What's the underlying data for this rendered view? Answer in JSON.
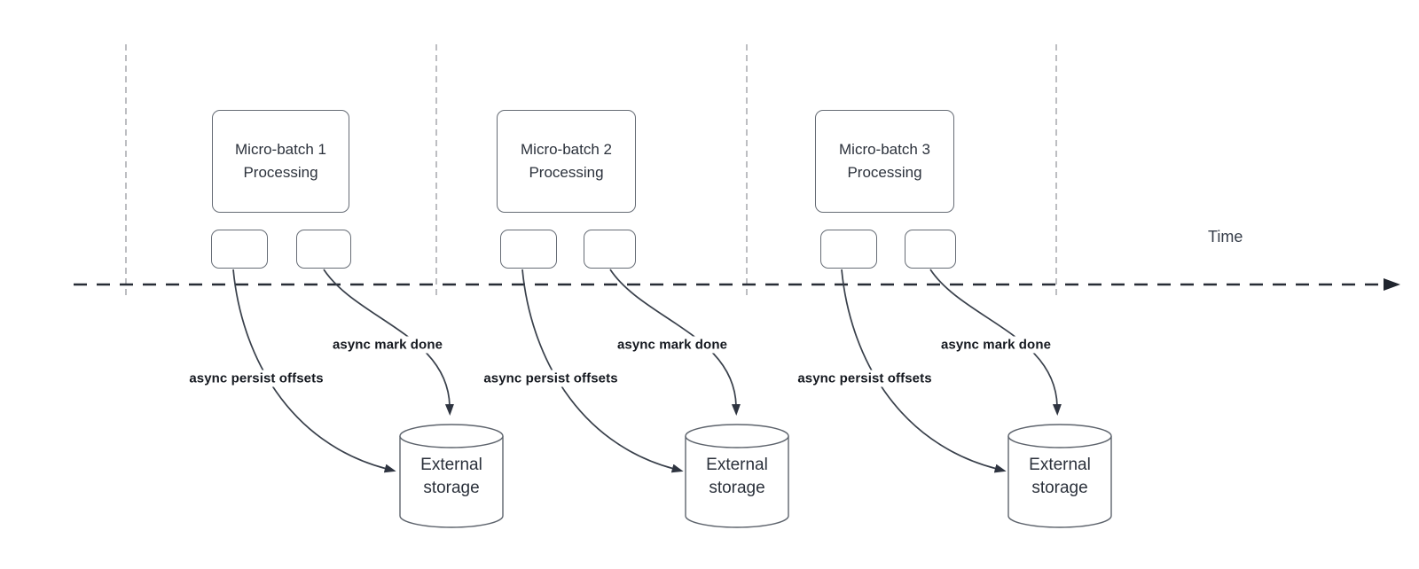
{
  "diagram": {
    "time_axis": {
      "label": "Time"
    },
    "groups": [
      {
        "process_box": {
          "line1": "Micro-batch 1",
          "line2": "Processing"
        },
        "persist_arrow_label": "async persist offsets",
        "done_arrow_label": "async mark done",
        "storage": {
          "line1": "External",
          "line2": "storage"
        }
      },
      {
        "process_box": {
          "line1": "Micro-batch 2",
          "line2": "Processing"
        },
        "persist_arrow_label": "async persist offsets",
        "done_arrow_label": "async mark done",
        "storage": {
          "line1": "External",
          "line2": "storage"
        }
      },
      {
        "process_box": {
          "line1": "Micro-batch 3",
          "line2": "Processing"
        },
        "persist_arrow_label": "async persist offsets",
        "done_arrow_label": "async mark done",
        "storage": {
          "line1": "External",
          "line2": "storage"
        }
      }
    ],
    "colors": {
      "arrow_stroke": "#39404b",
      "axis_stroke": "#272c35",
      "divider_stroke": "#a7a8ae",
      "shape_stroke": "#5d636c",
      "label_text": "#14181f",
      "shape_text": "#2b313b"
    }
  }
}
